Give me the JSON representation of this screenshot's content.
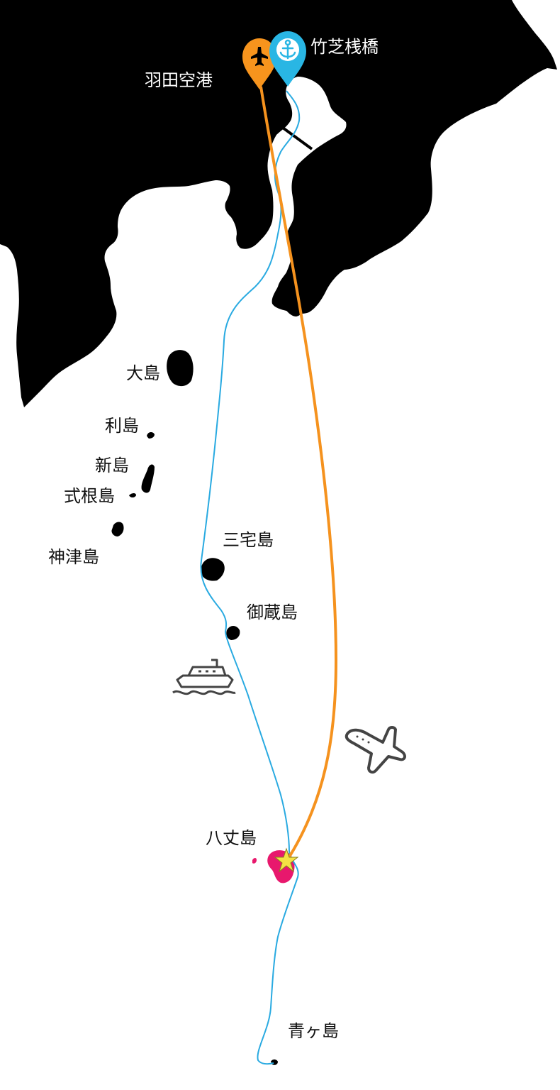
{
  "labels": {
    "haneda_airport": "羽田空港",
    "takeshiba_pier": "竹芝桟橋",
    "oshima": "大島",
    "toshima": "利島",
    "niijima": "新島",
    "shikinejima": "式根島",
    "kozushima": "神津島",
    "miyakejima": "三宅島",
    "mikurajima": "御蔵島",
    "hachijojima": "八丈島",
    "aogashima": "青ヶ島"
  },
  "icons": {
    "airport_marker": "airplane-pin-icon",
    "pier_marker": "anchor-pin-icon",
    "ship": "ferry-ship-icon",
    "plane": "airplane-icon",
    "destination": "star-icon"
  },
  "colors": {
    "land": "#000000",
    "sea": "#ffffff",
    "flight_route": "#f5921e",
    "ferry_route": "#29aae1",
    "airport_pin": "#f7941d",
    "pier_pin": "#29b6e4",
    "hachijojima_island": "#e8186d",
    "star": "#f4e244",
    "icon_gray": "#444444"
  }
}
